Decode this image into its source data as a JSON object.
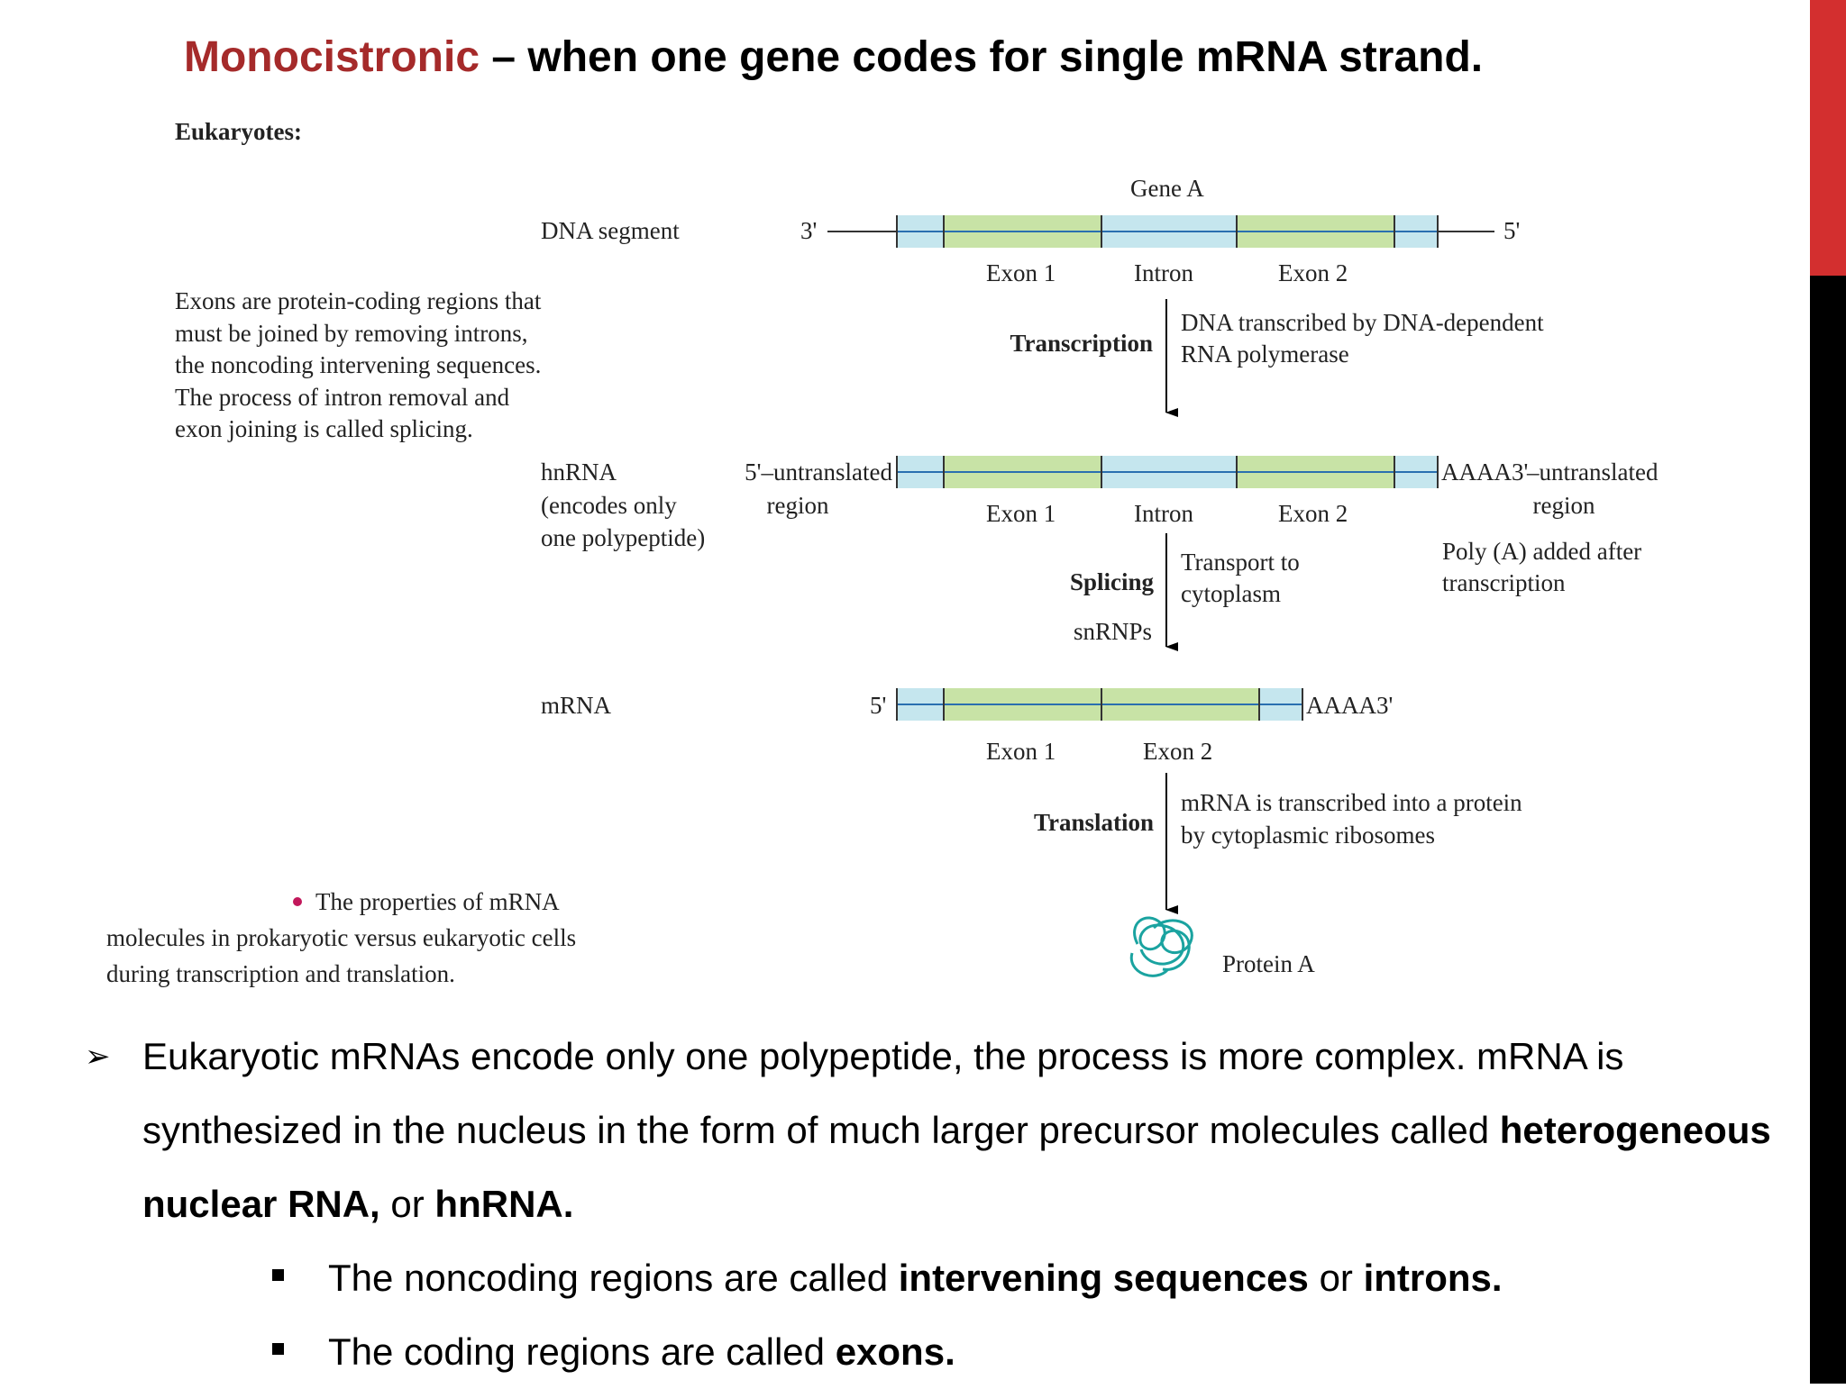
{
  "title": {
    "highlight": "Monocistronic",
    "rest": " – when one gene codes for single mRNA strand."
  },
  "diagram": {
    "header": "Eukaryotes:",
    "exon_note": [
      "Exons are protein-coding regions that",
      "must be joined by removing introns,",
      "the noncoding intervening sequences.",
      "The process of intron removal and",
      "exon joining is called splicing."
    ],
    "dna": {
      "label": "DNA segment",
      "end_left": "3'",
      "end_right": "5'",
      "gene": "Gene A",
      "exon1": "Exon 1",
      "intron": "Intron",
      "exon2": "Exon 2"
    },
    "transcription": {
      "label": "Transcription",
      "note": [
        "DNA transcribed by DNA-dependent",
        "RNA polymerase"
      ]
    },
    "hnrna": {
      "label": [
        "hnRNA",
        "(encodes only",
        "one polypeptide)"
      ],
      "utr5": [
        "5'–untranslated",
        "region"
      ],
      "tail": "AAAA3'",
      "utr3": [
        "–untranslated",
        "region"
      ],
      "exon1": "Exon 1",
      "intron": "Intron",
      "exon2": "Exon 2"
    },
    "splicing": {
      "label": "Splicing",
      "snrnp": "snRNPs",
      "note": [
        "Transport to",
        "cytoplasm"
      ],
      "polya": [
        "Poly (A) added after",
        "transcription"
      ]
    },
    "mrna": {
      "label": "mRNA",
      "end_left": "5'",
      "tail": "AAAA3'",
      "exon1": "Exon 1",
      "exon2": "Exon 2"
    },
    "translation": {
      "label": "Translation",
      "note": [
        "mRNA is transcribed into a protein",
        "by cytoplasmic ribosomes"
      ]
    },
    "protein": "Protein A",
    "caption": [
      "The properties of mRNA",
      "molecules in prokaryotic versus eukaryotic cells",
      "during transcription and translation."
    ],
    "colors": {
      "exon": "#c8e3a6",
      "intron": "#c5e6ee",
      "bullet": "#c2185b",
      "protein": "#1aa3a0"
    }
  },
  "body": {
    "p1": "Eukaryotic mRNAs encode only one polypeptide, the process is more complex. mRNA is synthesized in the nucleus in the form of much larger precursor molecules called ",
    "p1_bold1": "heterogeneous nuclear RNA,",
    "p1_or": " or ",
    "p1_bold2": "hnRNA.",
    "b1": "The noncoding regions are called ",
    "b1_bold1": "intervening sequences",
    "b1_or": " or ",
    "b1_bold2": "introns.",
    "b2": "The coding regions are called ",
    "b2_bold": "exons."
  }
}
